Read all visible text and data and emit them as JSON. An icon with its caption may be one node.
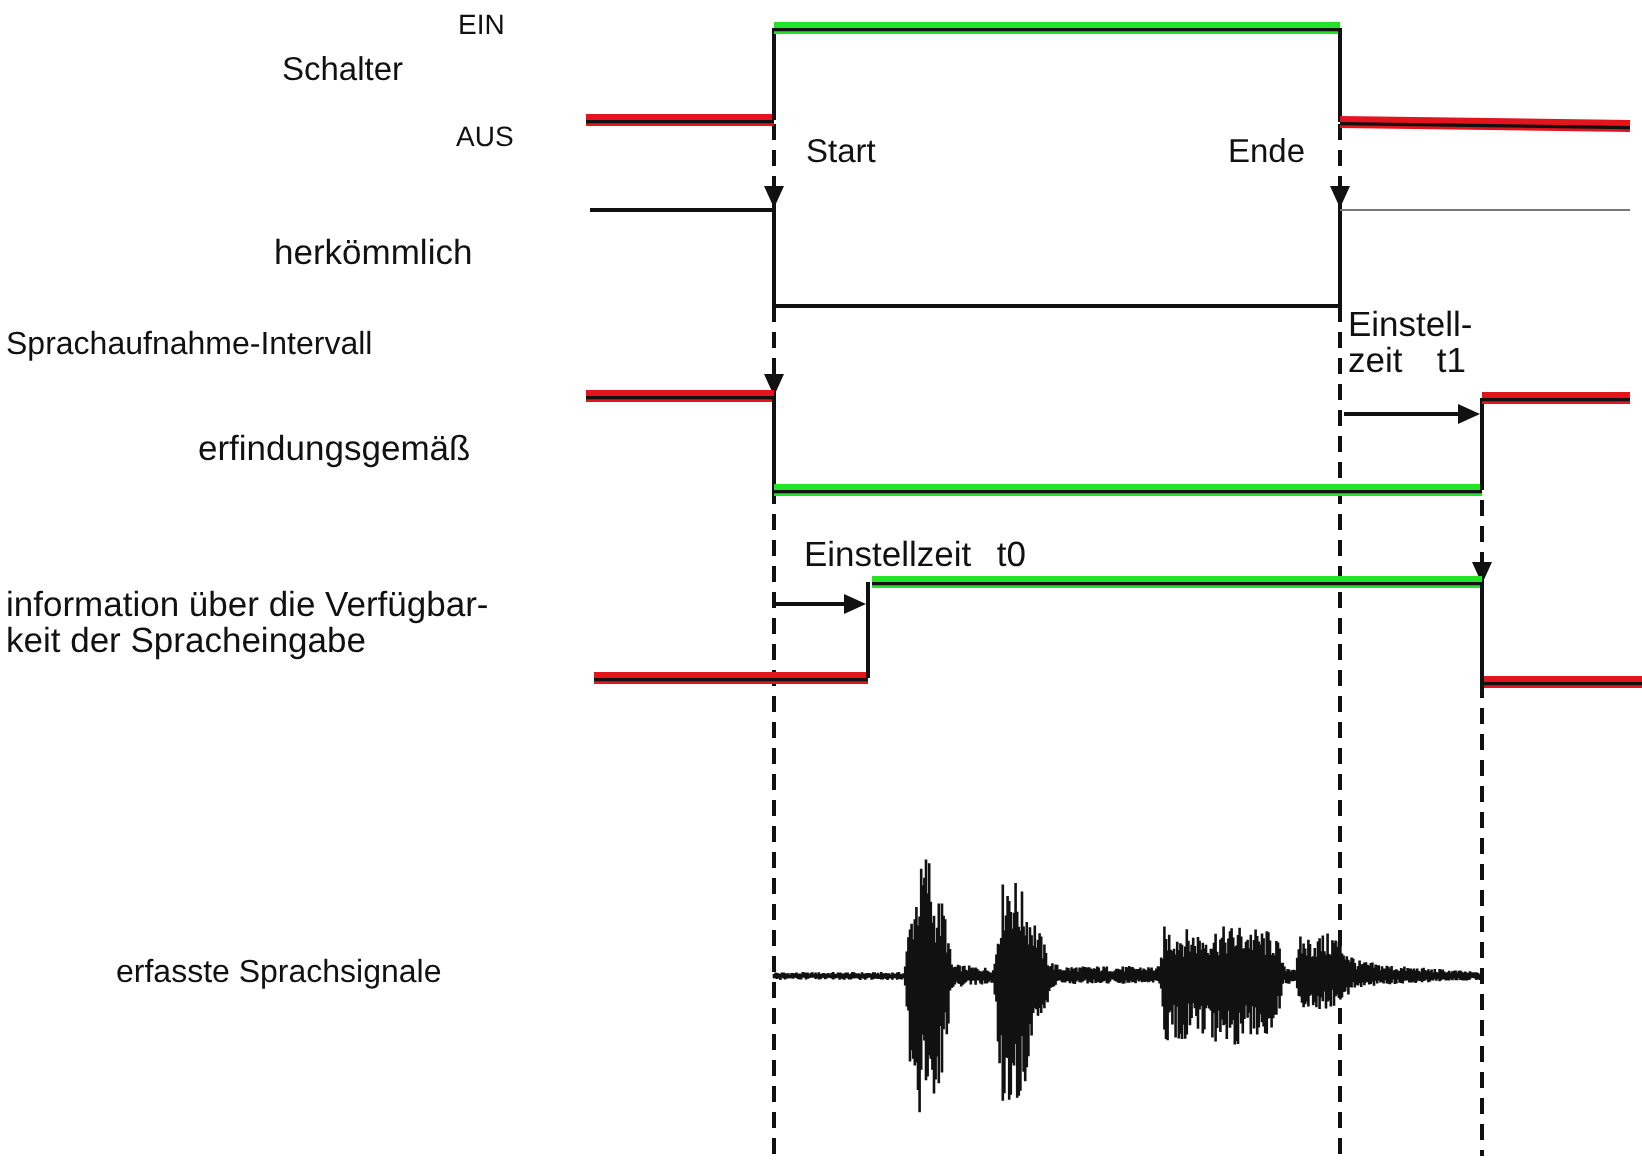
{
  "diagram": {
    "labels": [
      "EIN",
      "Schalter",
      "AUS",
      "Start",
      "Ende",
      "herkömmlich",
      "Sprachaufnahme-Intervall",
      "Einstell- zeit t1",
      "erfindungsgemäß",
      "Einstellzeit t0",
      "information über die Verfügbar- keit der Spracheingabe",
      "erfasste Sprachsignale"
    ]
  }
}
